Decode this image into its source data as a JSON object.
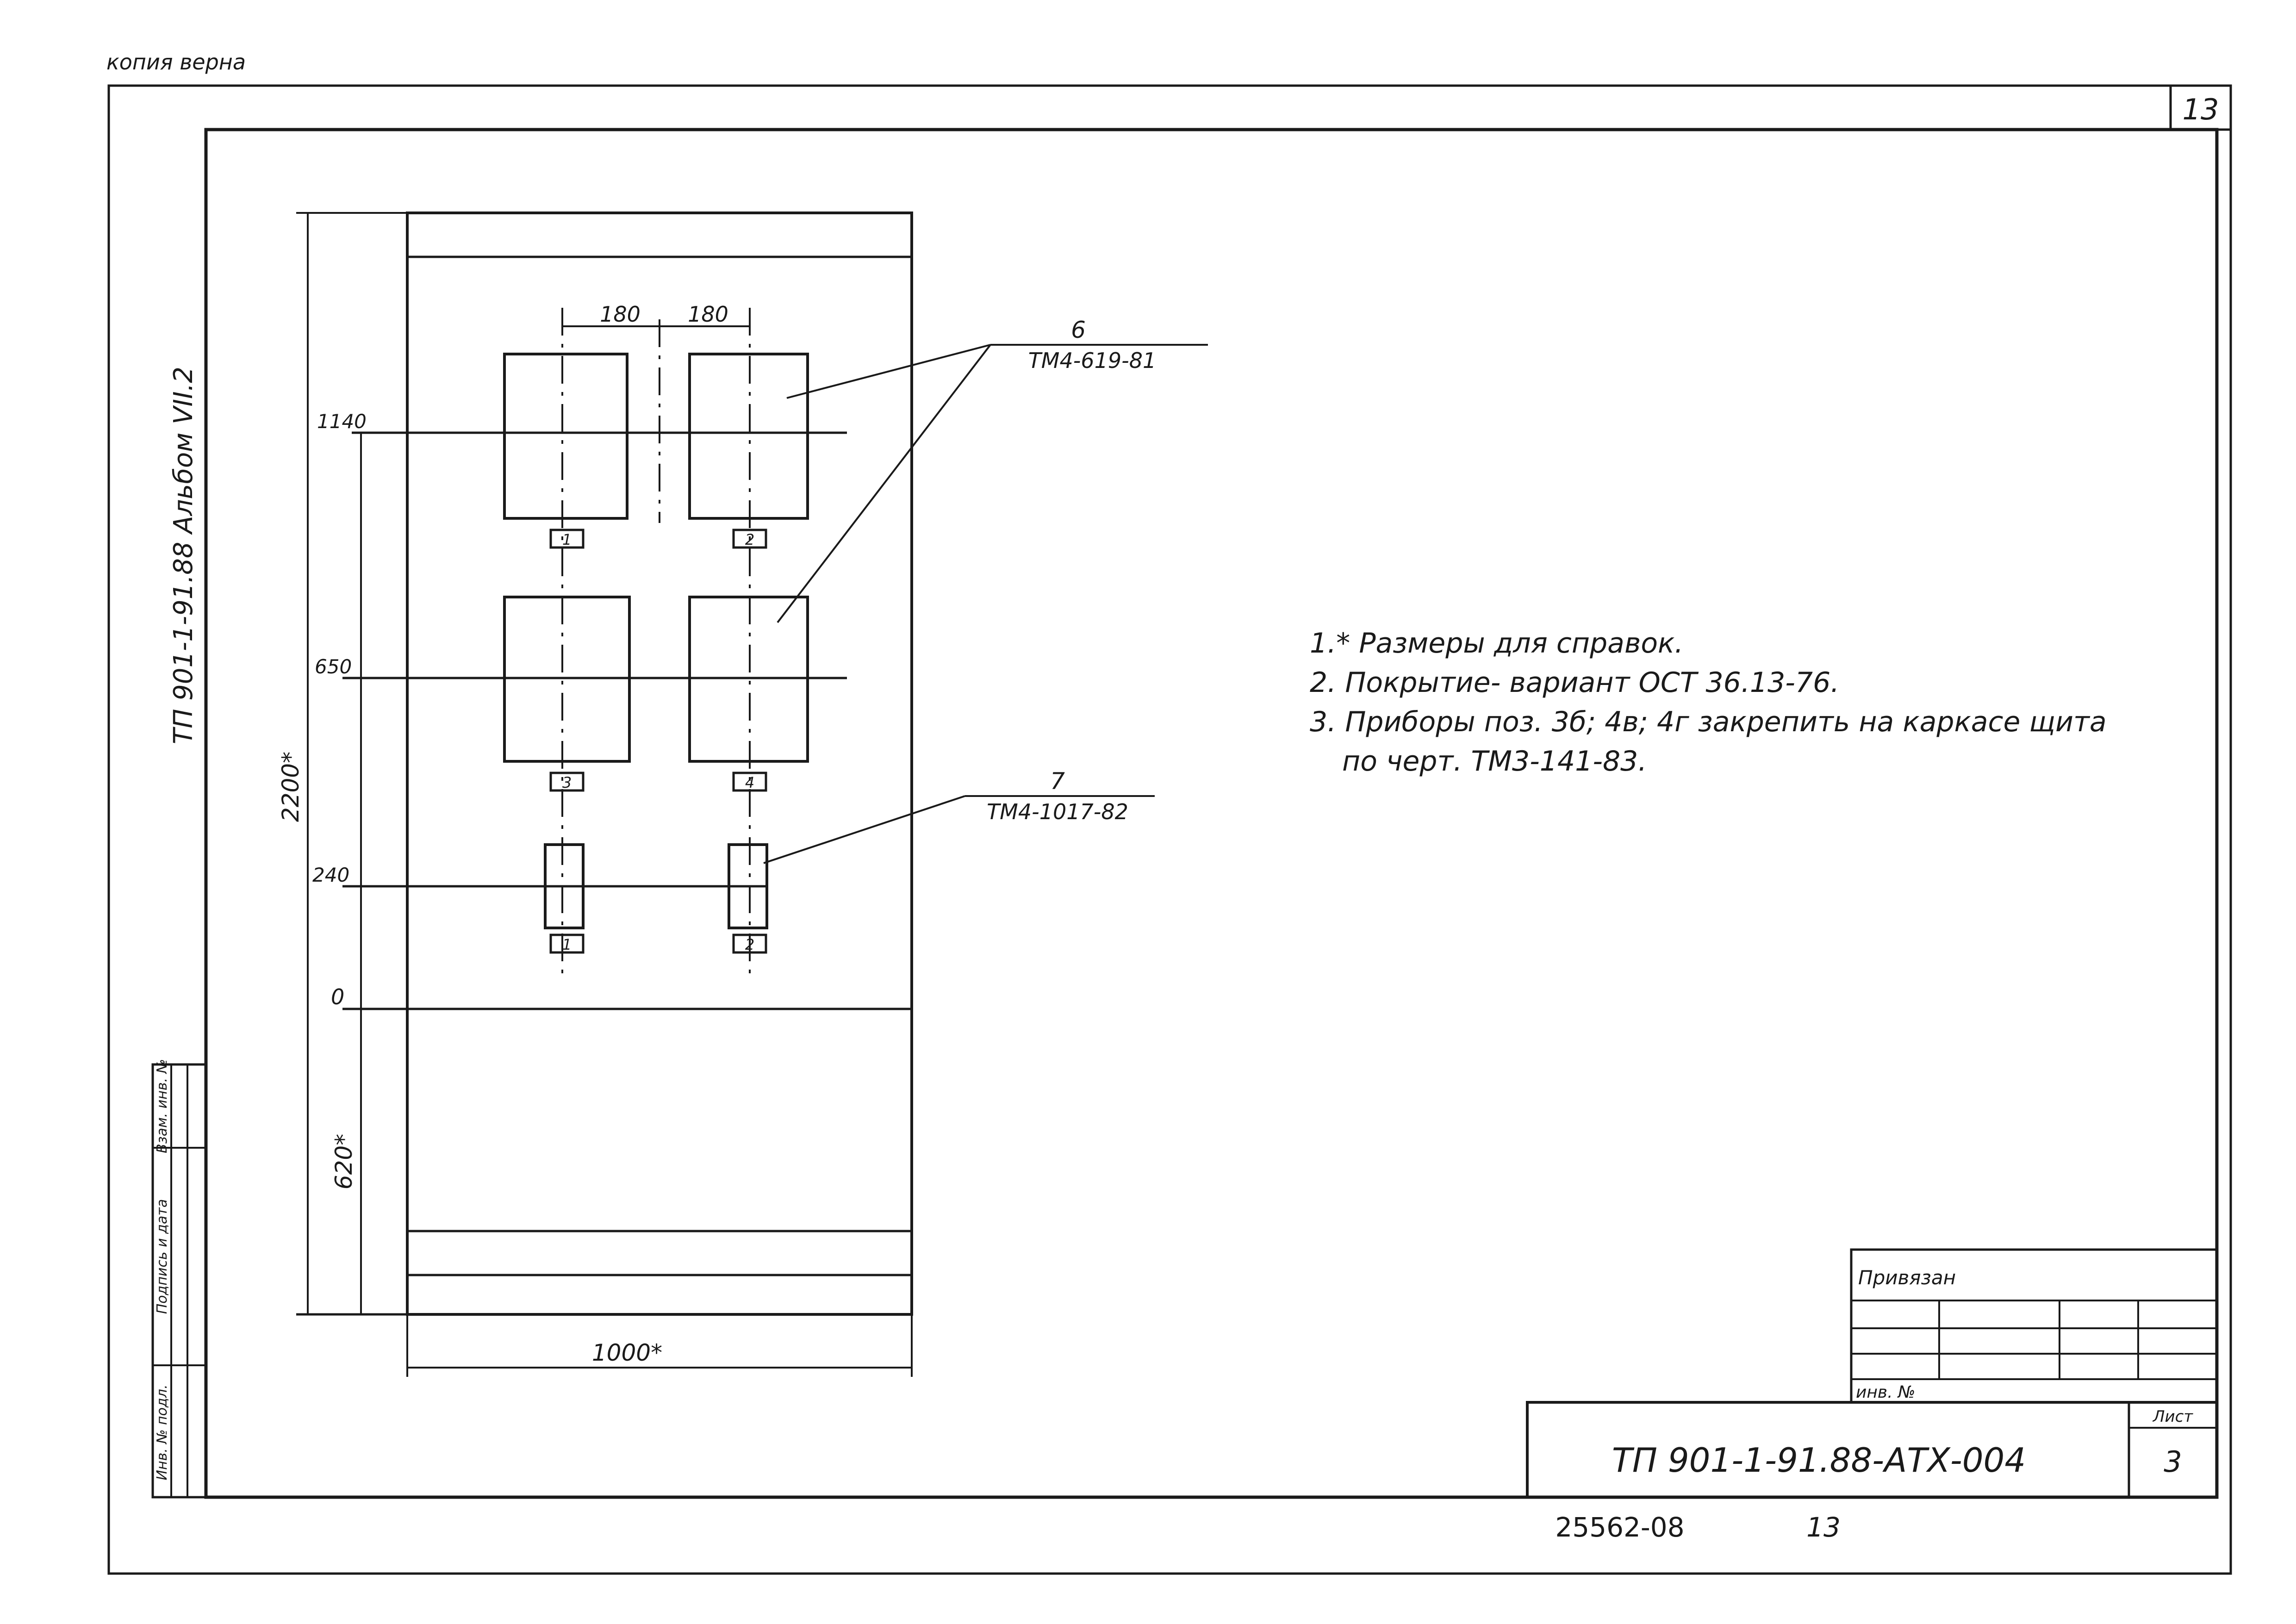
{
  "header": {
    "copy_note": "копия верна",
    "page_number": "13"
  },
  "side_label": {
    "album": "ТП 901-1-91.88    Альбом VII.2"
  },
  "dimensions": {
    "top_left": "180",
    "top_right": "180",
    "level_1140": "1140",
    "level_650": "650",
    "level_240": "240",
    "level_0": "0",
    "total_height": "2200*",
    "bottom_height": "620*",
    "width": "1000*"
  },
  "instruments": [
    {
      "tag": "1"
    },
    {
      "tag": "2"
    },
    {
      "tag": "3"
    },
    {
      "tag": "4"
    },
    {
      "tag": "1"
    },
    {
      "tag": "2"
    }
  ],
  "callouts": {
    "pos6_number": "6",
    "pos6_doc": "ТМ4-619-81",
    "pos7_number": "7",
    "pos7_doc": "ТМ4-1017-82"
  },
  "notes": [
    "1.* Размеры для справок.",
    "2. Покрытие- вариант ОСТ 36.13-76.",
    "3. Приборы поз. 3б; 4в; 4г закрепить на каркасе щита",
    "по черт. ТМ3-141-83."
  ],
  "stamp_left": {
    "col_1": "Инв. № подл.",
    "col_2": "Подпись и дата",
    "col_3": "Взам. инв. №"
  },
  "title_block": {
    "privyazan": "Привязан",
    "inv_no": "инв. №",
    "sheet_label": "Лист",
    "designation": "ТП 901-1-91.88-АТХ-004",
    "sheet_number": "3"
  },
  "footer": {
    "code": "25562-08",
    "page": "13"
  }
}
